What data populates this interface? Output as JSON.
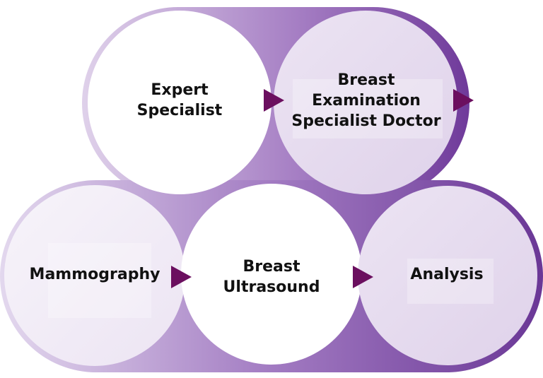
{
  "diagram": {
    "colors": {
      "light": "#d8c8e6",
      "dark": "#6f3a9a",
      "arrow": "#6b0f5f",
      "circle_white": "#ffffff",
      "circle_lavender": "#e6dcef",
      "circle_pale": "#f2eef7"
    },
    "top_row": {
      "expert": "Expert\nSpecialist",
      "doctor": "Breast Examination\nSpecialist Doctor"
    },
    "bottom_row": {
      "mammography": "Mammography",
      "ultrasound": "Breast\nUltrasound",
      "analysis": "Analysis"
    },
    "arrow_icon": "play-triangle-icon"
  }
}
